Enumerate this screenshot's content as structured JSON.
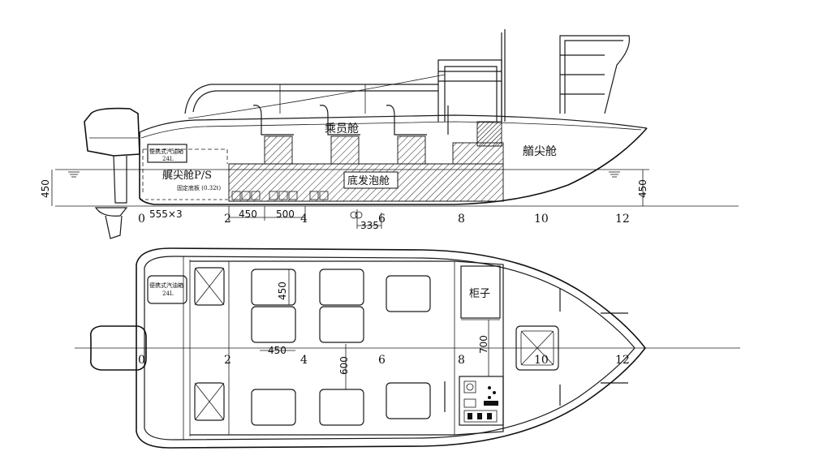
{
  "profile": {
    "labels": {
      "crew_cabin": "乘员舱",
      "bow_cabin": "艏尖舱",
      "stern_cabin": "艉尖舱P/S",
      "foam_cabin": "底发泡舱",
      "fuel_tank": "便携式汽油箱",
      "fuel_capacity": "24L",
      "fixed_floor": "固定底板 (0.32t)"
    },
    "dimensions": {
      "left_depth": "450",
      "right_depth": "450",
      "spacing": "555×3",
      "span_a": "450",
      "span_b": "500",
      "span_c": "335"
    },
    "stations": [
      "0",
      "2",
      "4",
      "6",
      "8",
      "10",
      "12"
    ]
  },
  "plan": {
    "labels": {
      "cabinet": "柜子",
      "fuel_tank": "便携式汽油箱",
      "fuel_capacity": "24L"
    },
    "dimensions": {
      "seat_length": "450",
      "seat_width": "450",
      "aisle": "600",
      "cabinet_width": "700"
    },
    "stations": [
      "0",
      "2",
      "4",
      "6",
      "8",
      "10",
      "12"
    ]
  }
}
